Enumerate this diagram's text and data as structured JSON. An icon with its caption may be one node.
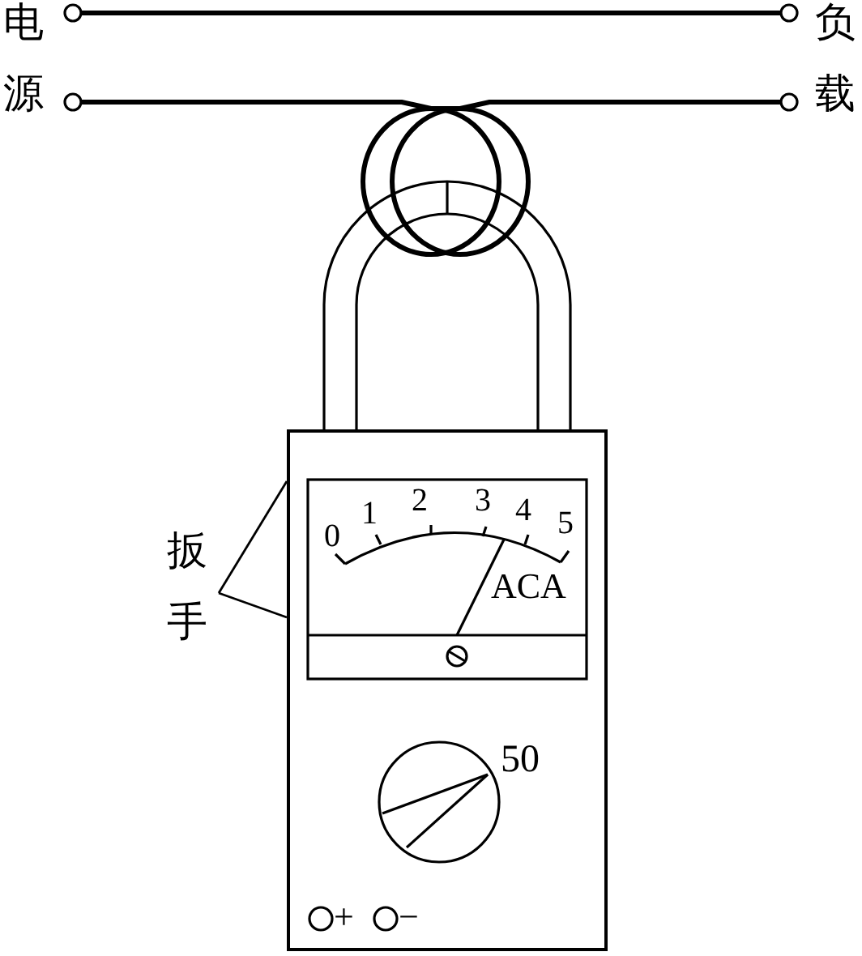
{
  "diagram": {
    "nodes": [
      {
        "text": [
          "电源"
        ]
      },
      {
        "text": [
          "负载"
        ]
      },
      {
        "text": [
          "扳手"
        ]
      },
      {
        "text": [],
        "shape": "box"
      }
    ],
    "edges": [
      {
        "from": 0,
        "to": 1,
        "arrow": "other",
        "style": "thick"
      },
      {
        "from": 0,
        "to": 1,
        "arrow": "other",
        "style": "thick"
      },
      {
        "from": 2,
        "to": 3,
        "arrow": "none"
      },
      {
        "from": 2,
        "to": 3,
        "arrow": "none"
      }
    ],
    "labels": [
      "0",
      "1",
      "2",
      "3",
      "4",
      "5",
      "ACA",
      "50",
      "+",
      "−"
    ]
  }
}
